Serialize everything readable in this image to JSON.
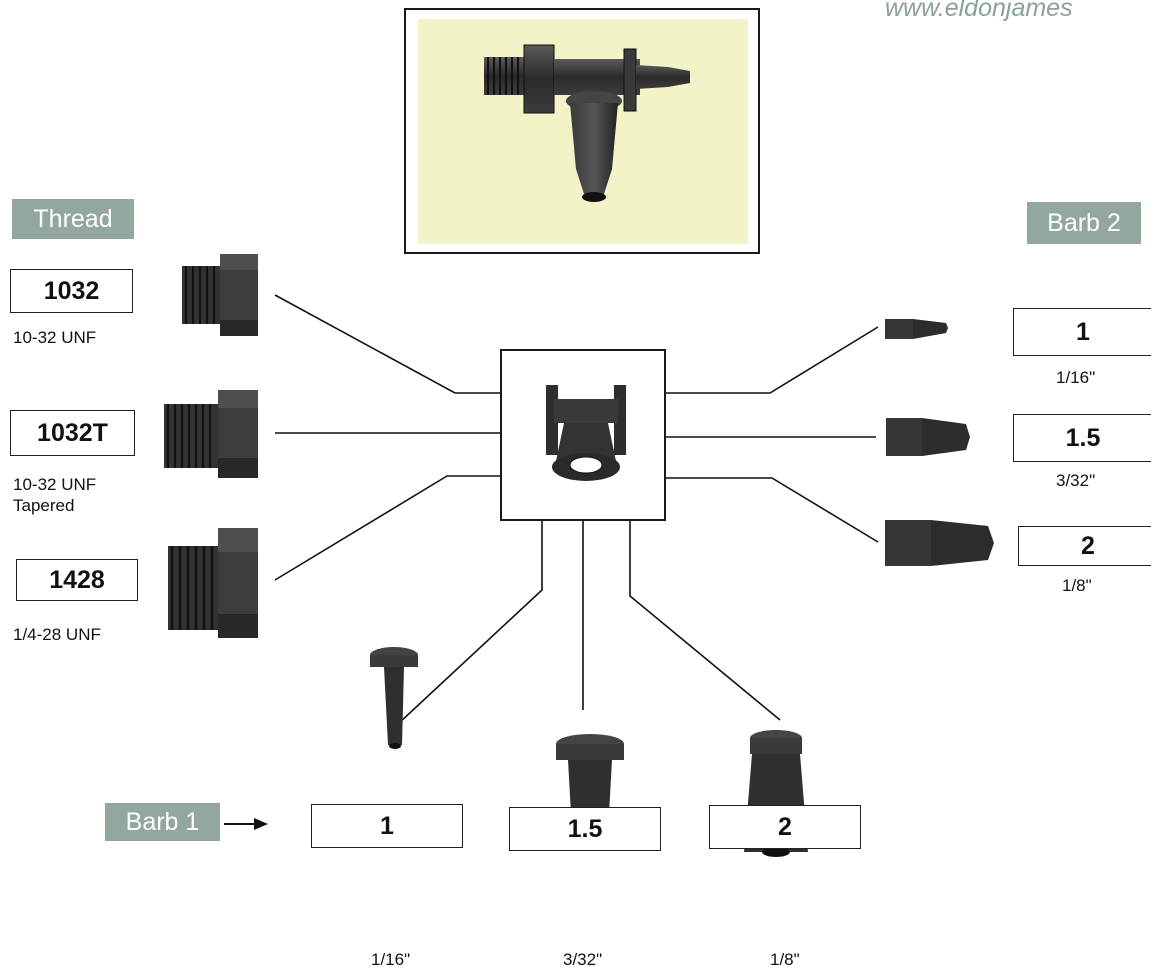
{
  "website": "www.eldonjames",
  "sections": {
    "thread": "Thread",
    "barb2": "Barb 2",
    "barb1": "Barb 1"
  },
  "threads": [
    {
      "code": "1032",
      "desc": "10-32  UNF"
    },
    {
      "code": "1032T",
      "desc": "10-32  UNF",
      "desc2": "Tapered"
    },
    {
      "code": "1428",
      "desc": "1/4-28  UNF"
    }
  ],
  "barb2": [
    {
      "code": "1",
      "size": "1/16\""
    },
    {
      "code": "1.5",
      "size": "3/32\""
    },
    {
      "code": "2",
      "size": "1/8\""
    }
  ],
  "barb1": [
    {
      "code": "1",
      "size": "1/16\""
    },
    {
      "code": "1.5",
      "size": "3/32\""
    },
    {
      "code": "2",
      "size": "1/8\""
    }
  ],
  "colors": {
    "accent": "#93a89c",
    "photo_bg": "#f2f4c8",
    "part": "#2f2f2f",
    "url": "#8aa09a"
  }
}
